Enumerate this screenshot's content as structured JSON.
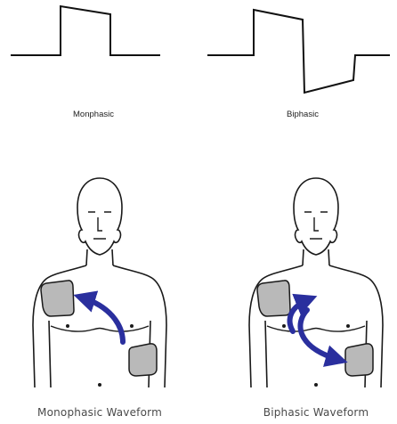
{
  "waveforms": {
    "monophasic_label": "Monphasic",
    "biphasic_label": "Biphasic"
  },
  "figures": {
    "monophasic_caption": "Monophasic Waveform",
    "biphasic_caption": "Biphasic Waveform"
  },
  "colors": {
    "line": "#111111",
    "arrow": "#2a2f9e",
    "pad_fill": "#b9b9b9",
    "outline": "#1a1a1a"
  },
  "icons": [
    "monophasic-waveform",
    "biphasic-waveform",
    "torso-with-pads",
    "current-arrow"
  ]
}
